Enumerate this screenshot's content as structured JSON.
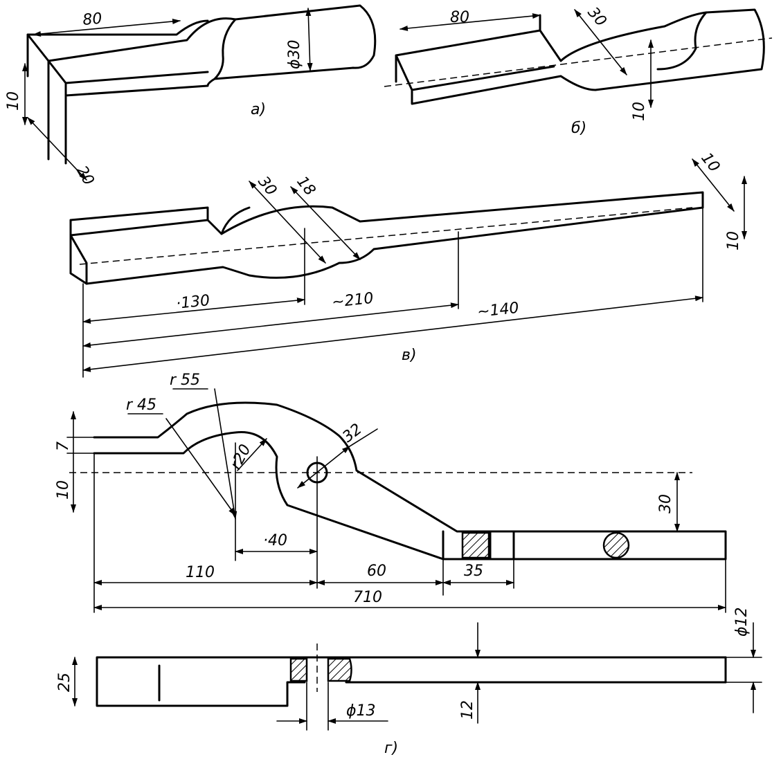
{
  "figures": {
    "a": {
      "caption": "а)",
      "dims": {
        "length": "80",
        "diameter": "ϕ30",
        "height": "10",
        "width": "20"
      }
    },
    "b": {
      "caption": "б)",
      "dims": {
        "length": "80",
        "diameter": "30",
        "thickness": "10"
      }
    },
    "v": {
      "caption": "в)",
      "dims": {
        "d1": "30",
        "d2": "18",
        "tip": "10",
        "tip_h": "10",
        "l1": "·130",
        "l2": "~210",
        "l3": "~140"
      }
    },
    "g": {
      "caption": "г)",
      "dims": {
        "r55": "r 55",
        "r45": "r 45",
        "r20": "r20",
        "d32": "32",
        "h7": "7",
        "h10": "10",
        "h30": "30",
        "l40": "·40",
        "l110": "110",
        "l60": "60",
        "l35": "35",
        "l710": "710",
        "d12": "ϕ12",
        "h25": "25",
        "d13": "ϕ13",
        "h12": "12"
      }
    }
  }
}
